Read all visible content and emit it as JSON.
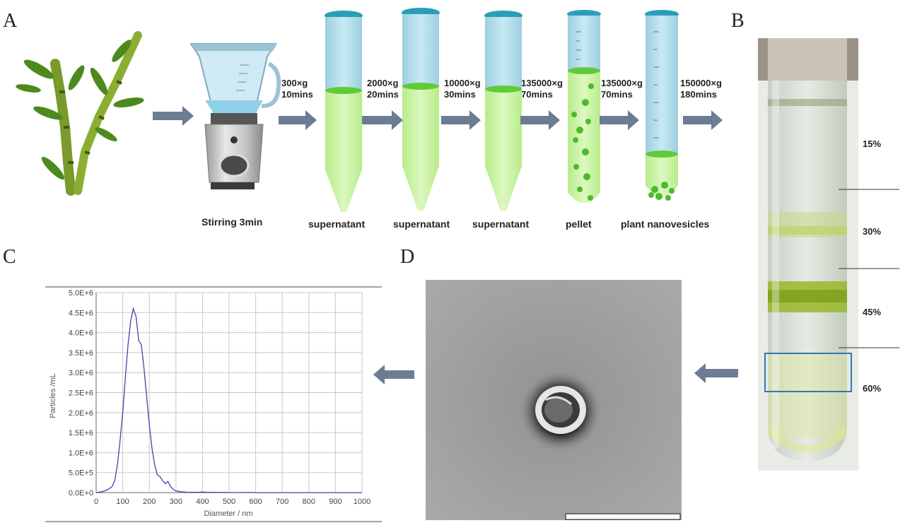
{
  "panels": {
    "a": "A",
    "b": "B",
    "c": "C",
    "d": "D"
  },
  "workflow": {
    "steps": [
      {
        "speed": "300×g",
        "time": "10mins"
      },
      {
        "speed": "2000×g",
        "time": "20mins"
      },
      {
        "speed": "10000×g",
        "time": "30mins"
      },
      {
        "speed": "135000×g",
        "time": "70mins"
      },
      {
        "speed": "135000×g",
        "time": "70mins"
      },
      {
        "speed": "150000×g",
        "time": "180mins"
      }
    ],
    "captions": {
      "blender": "Stirring 3min",
      "tube1": "supernatant",
      "tube2": "supernatant",
      "tube3": "supernatant",
      "tube4": "pellet",
      "tube5": "plant nanovesicles"
    }
  },
  "gradient": {
    "layers": [
      "15%",
      "30%",
      "45%",
      "60%"
    ]
  },
  "colors": {
    "arrow": "#6b7c93",
    "liquid_green": "#c8f0a0",
    "liquid_blue": "#a8d8e8",
    "highlight_box": "#2a7ab8",
    "series_line": "#4a3fa8",
    "band_green": "#9cc23a"
  },
  "chart_data": {
    "type": "line",
    "title": "",
    "xlabel": "Diameter / nm",
    "ylabel": "Particles /mL",
    "xlim": [
      0,
      1000
    ],
    "ylim": [
      0,
      5000000
    ],
    "x_ticks": [
      "0",
      "100",
      "200",
      "300",
      "400",
      "500",
      "600",
      "700",
      "800",
      "900",
      "1000"
    ],
    "y_ticks": [
      "0.0E+0",
      "5.0E+5",
      "1.0E+6",
      "1.5E+6",
      "2.0E+6",
      "2.5E+6",
      "3.0E+6",
      "3.5E+6",
      "4.0E+6",
      "4.5E+6",
      "5.0E+6"
    ],
    "grid": true,
    "series": [
      {
        "x": [
          0,
          20,
          40,
          60,
          70,
          80,
          90,
          100,
          110,
          120,
          130,
          140,
          150,
          160,
          170,
          180,
          190,
          200,
          210,
          220,
          230,
          240,
          250,
          260,
          270,
          280,
          290,
          300,
          320,
          340,
          360,
          380,
          400,
          420,
          440,
          460,
          480,
          500,
          550,
          580,
          600,
          650,
          700,
          800,
          900,
          1000
        ],
        "y": [
          0,
          20000,
          60000,
          150000,
          300000,
          700000,
          1300000,
          2000000,
          2900000,
          3700000,
          4300000,
          4600000,
          4400000,
          3800000,
          3700000,
          3100000,
          2400000,
          1700000,
          1100000,
          700000,
          450000,
          400000,
          300000,
          220000,
          280000,
          150000,
          80000,
          40000,
          20000,
          10000,
          8000,
          5000,
          15000,
          5000,
          8000,
          3000,
          5000,
          2000,
          1000,
          3000,
          500,
          500,
          200,
          100,
          100,
          0
        ]
      }
    ]
  }
}
